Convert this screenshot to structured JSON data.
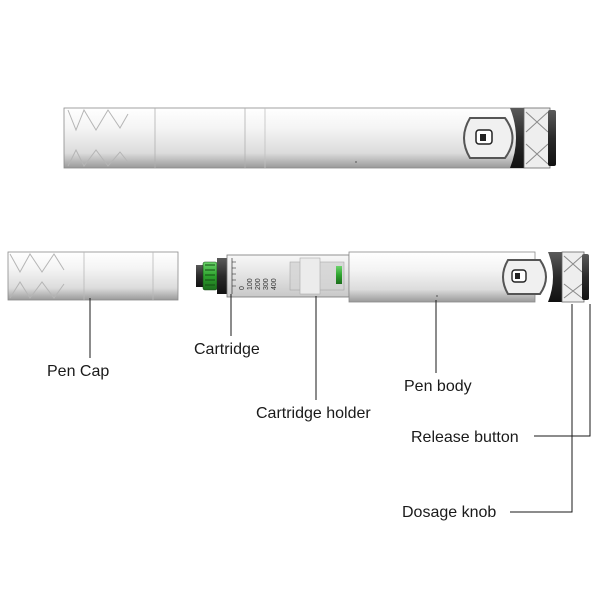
{
  "figure": {
    "labels": {
      "pen_cap": "Pen Cap",
      "cartridge": "Cartridge",
      "cartridge_holder": "Cartridge holder",
      "pen_body": "Pen body",
      "release_button": "Release button",
      "dosage_knob": "Dosage knob"
    },
    "cartridge_scale": [
      "0",
      "100",
      "200",
      "300",
      "400"
    ]
  }
}
